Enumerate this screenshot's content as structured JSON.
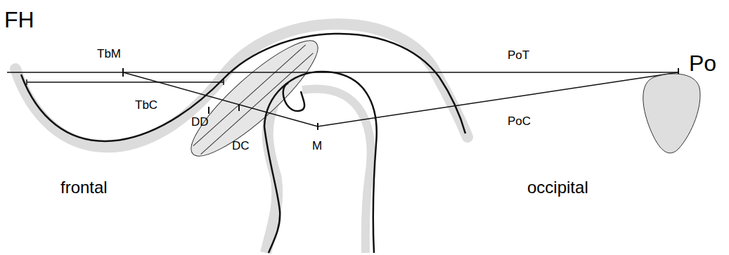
{
  "diagram": {
    "labels": [
      "FH",
      "TbM",
      "PoT",
      "Po",
      "TbC",
      "DD",
      "DC",
      "M",
      "PoC",
      "frontal",
      "occipital"
    ]
  }
}
